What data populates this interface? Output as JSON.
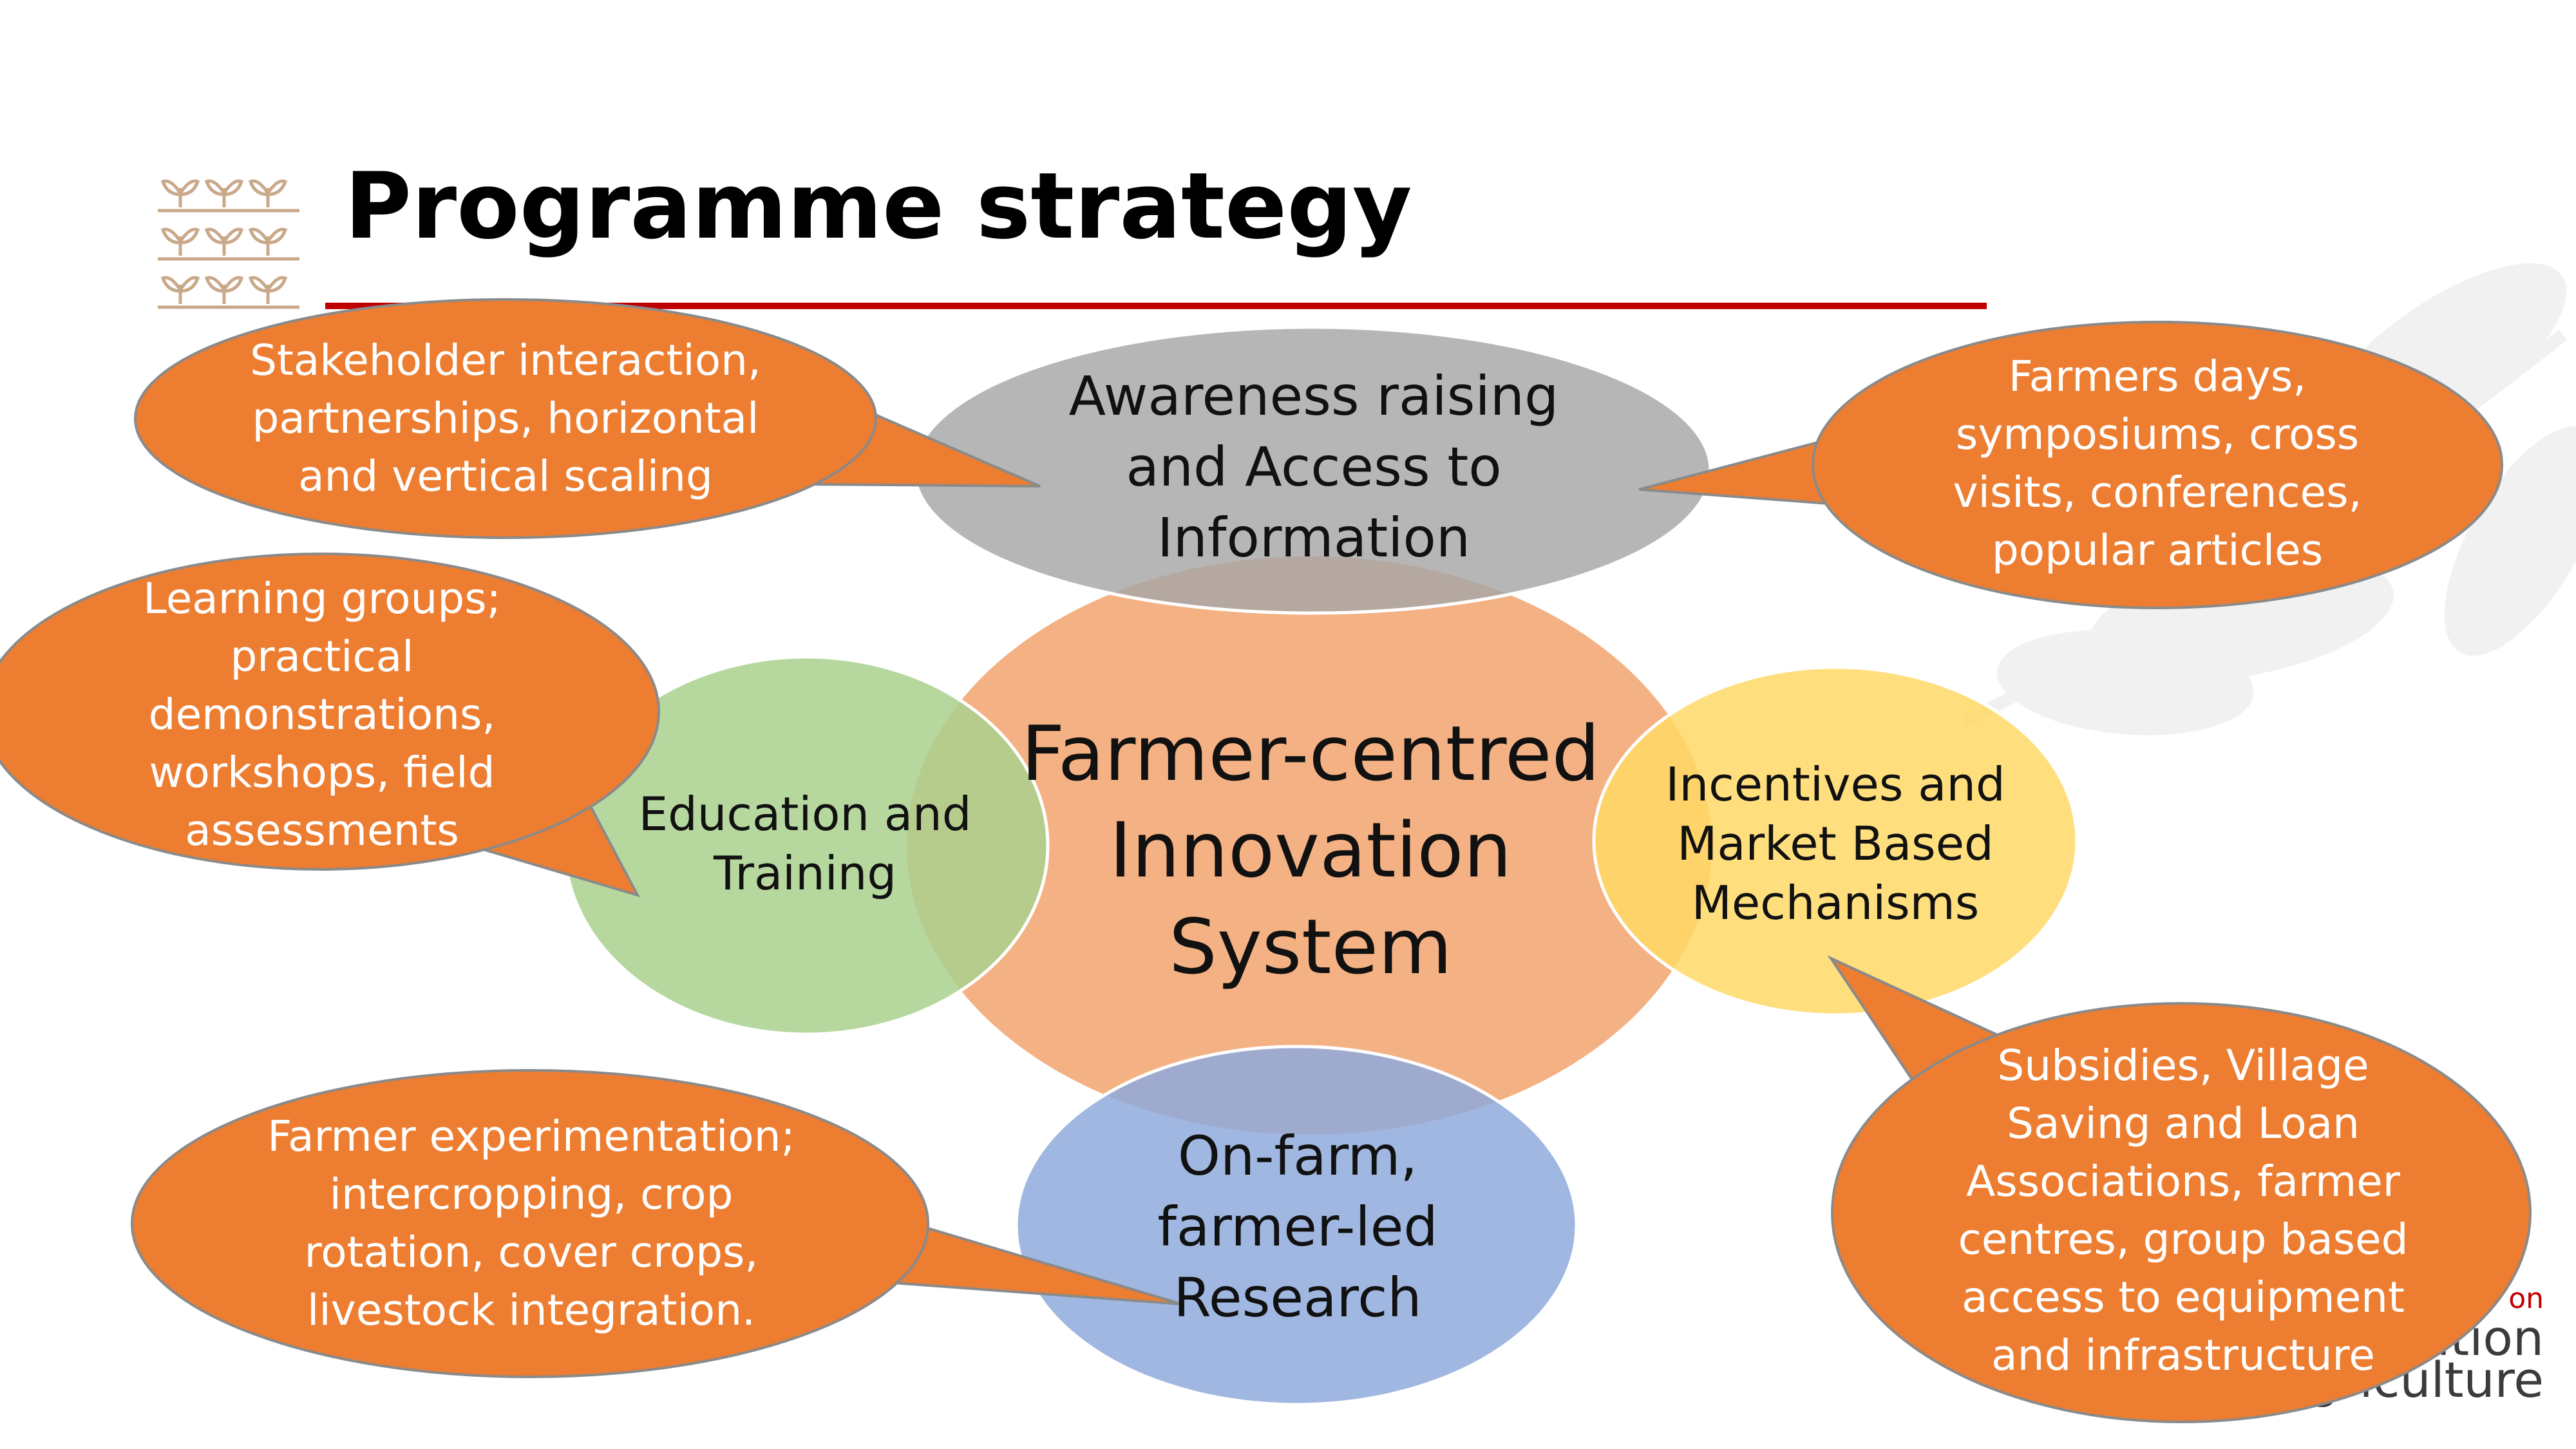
{
  "slide": {
    "title": "Programme strategy",
    "center": "Farmer-centred\nInnovation\nSystem",
    "circles": {
      "top": "Awareness raising\nand Access to\nInformation",
      "left": "Education and\nTraining",
      "right": "Incentives and\nMarket Based\nMechanisms",
      "bottom": "On-farm,\nfarmer-led\nResearch"
    },
    "callouts": {
      "stakeholder": "Stakeholder interaction,\npartnerships, horizontal\nand vertical scaling",
      "learning": "Learning groups;\npractical\ndemonstrations,\nworkshops, field\nassessments",
      "farmers_days": "Farmers days,\nsymposiums, cross\nvisits, conferences,\npopular articles",
      "experimentation": "Farmer experimentation;\nintercropping, crop\nrotation, cover crops,\nlivestock integration.",
      "subsidies": "Subsidies, Village\nSaving and Loan\nAssociations, farmer\ncentres, group based\naccess to equipment\nand infrastructure"
    },
    "brand": {
      "line1": "on",
      "line2": "ation",
      "line3": "Agriculture"
    }
  },
  "colors": {
    "callout": "#ed7d31",
    "callout_border": "#8a8a8a",
    "center": "#f4b183",
    "top": "#a6a6a6",
    "left": "#a9d18e",
    "right": "#ffd966",
    "bottom": "#8faadc",
    "title_rule": "#c00000",
    "logo": "#c9a98a"
  }
}
